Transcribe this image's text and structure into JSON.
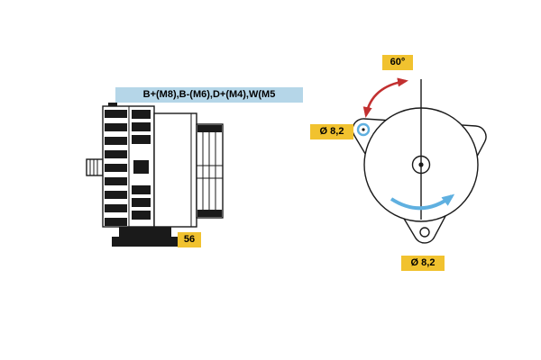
{
  "side_view": {
    "terminal_label": "B+(M8),B-(M6),D+(M4),W(M5",
    "foot_label": "56"
  },
  "front_view": {
    "angle_label": "60°",
    "top_hole_label": "Ø 8,2",
    "bottom_hole_label": "Ø 8,2"
  },
  "colors": {
    "label-blue": "#b5d6e8",
    "label-yellow": "#f1c22f",
    "arrow-red": "#c23030",
    "arrow-blue": "#5fb0e0",
    "line": "#1a1a1a"
  }
}
